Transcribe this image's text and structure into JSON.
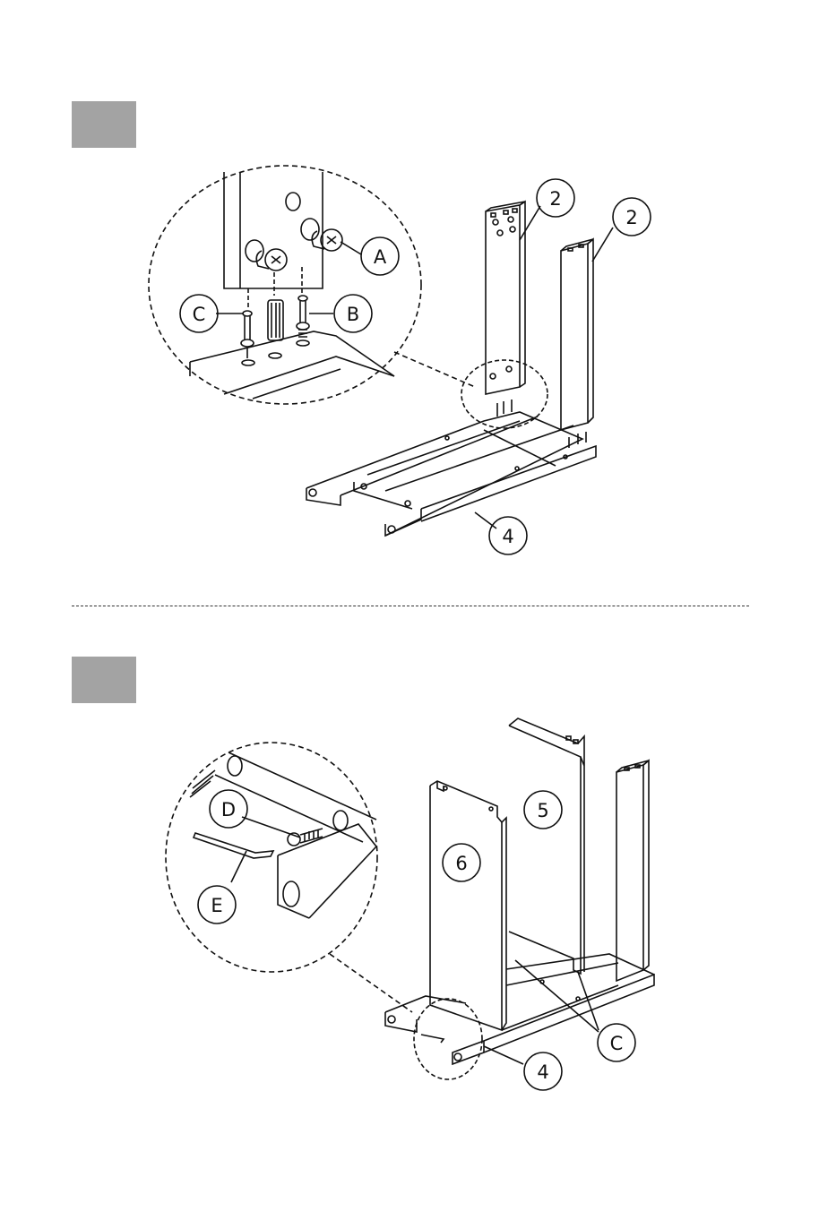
{
  "colors": {
    "step_box": "#a3a3a3",
    "line": "#111111",
    "background": "#ffffff"
  },
  "step1": {
    "callouts": {
      "a": "A",
      "b": "B",
      "c": "C",
      "side_panel_left": "2",
      "side_panel_right": "2",
      "base": "4"
    }
  },
  "step2": {
    "callouts": {
      "d": "D",
      "e": "E",
      "panel_5": "5",
      "panel_6": "6",
      "c": "C",
      "base": "4"
    }
  }
}
